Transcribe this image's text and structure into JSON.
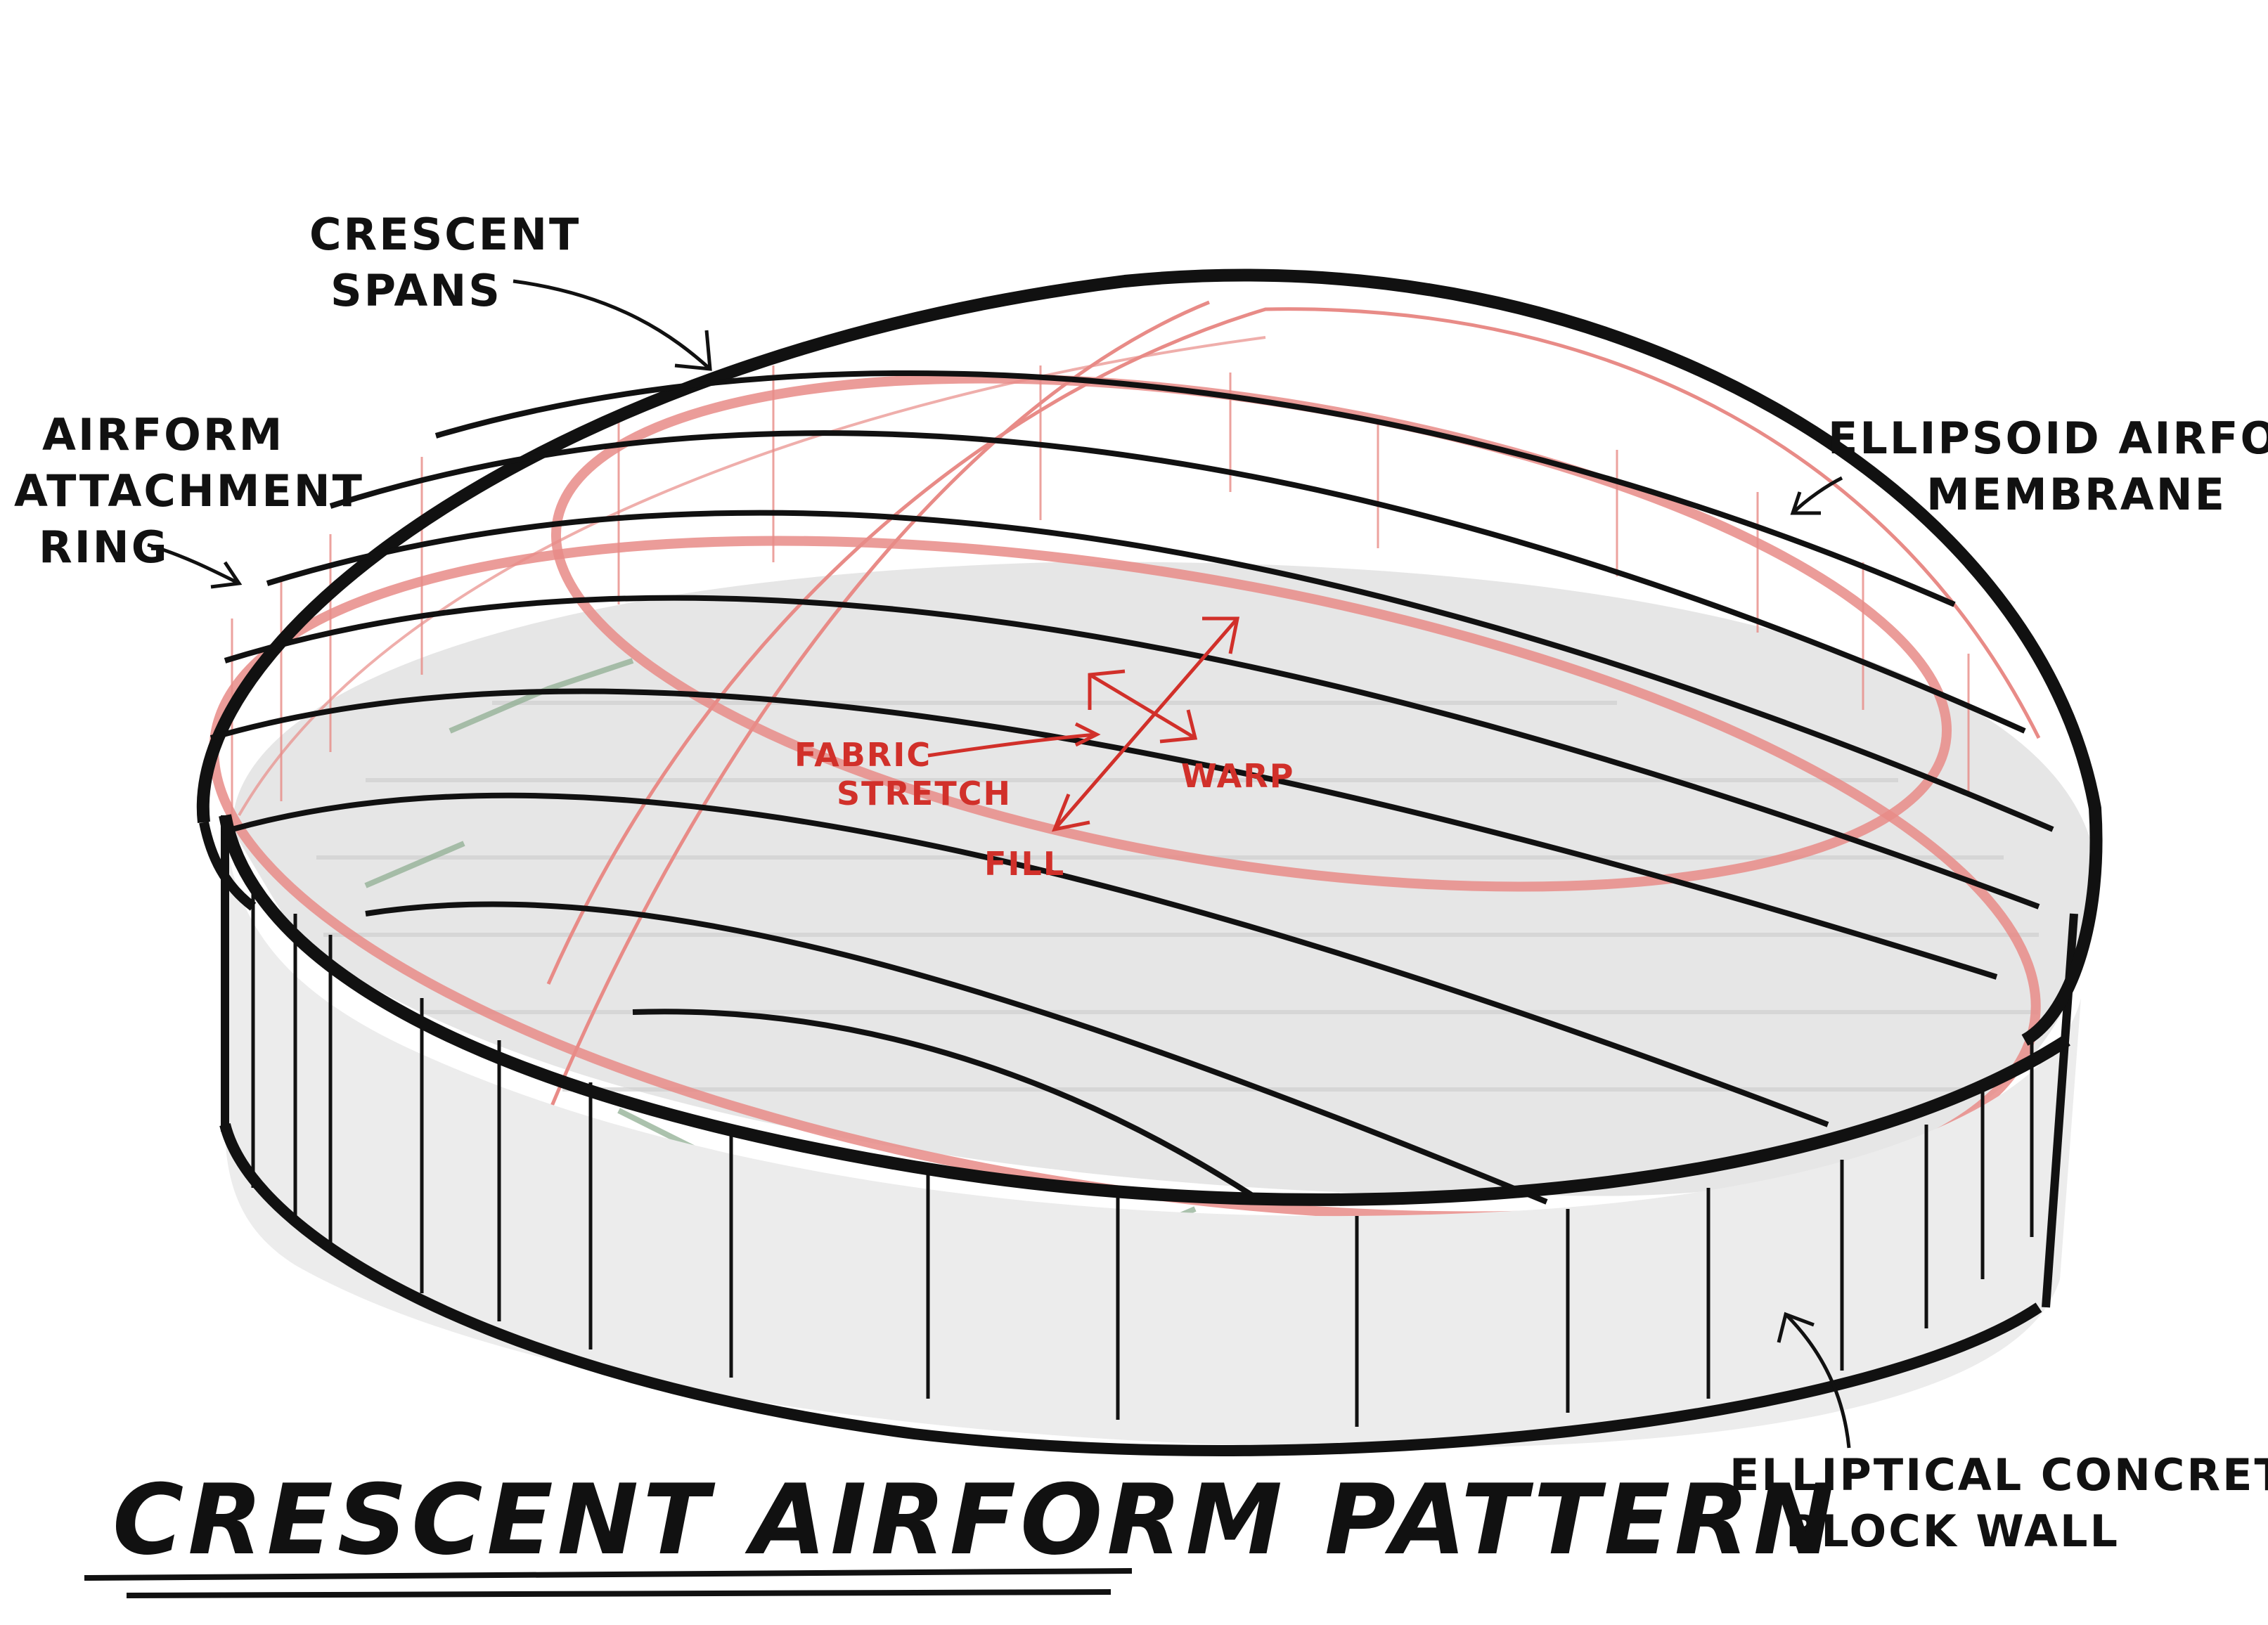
{
  "title": "CRESCENT AIRFORM PATTERN",
  "labels": {
    "crescent_spans": [
      "CRESCENT",
      "SPANS"
    ],
    "attachment_ring": [
      "AIRFORM",
      "ATTACHMENT",
      "RING"
    ],
    "membrane": [
      "ELLIPSOID AIRFORM",
      "MEMBRANE"
    ],
    "wall": [
      "ELLIPTICAL CONCRETE",
      "BLOCK WALL"
    ]
  },
  "fabric": {
    "stretch": [
      "FABRIC",
      "STRETCH"
    ],
    "warp": "WARP",
    "fill": "FILL"
  },
  "colors": {
    "ink": "#111111",
    "red": "#d1302a",
    "pink": "#e88b87",
    "floor": "#e6e6e6",
    "green": "#8fae92"
  }
}
